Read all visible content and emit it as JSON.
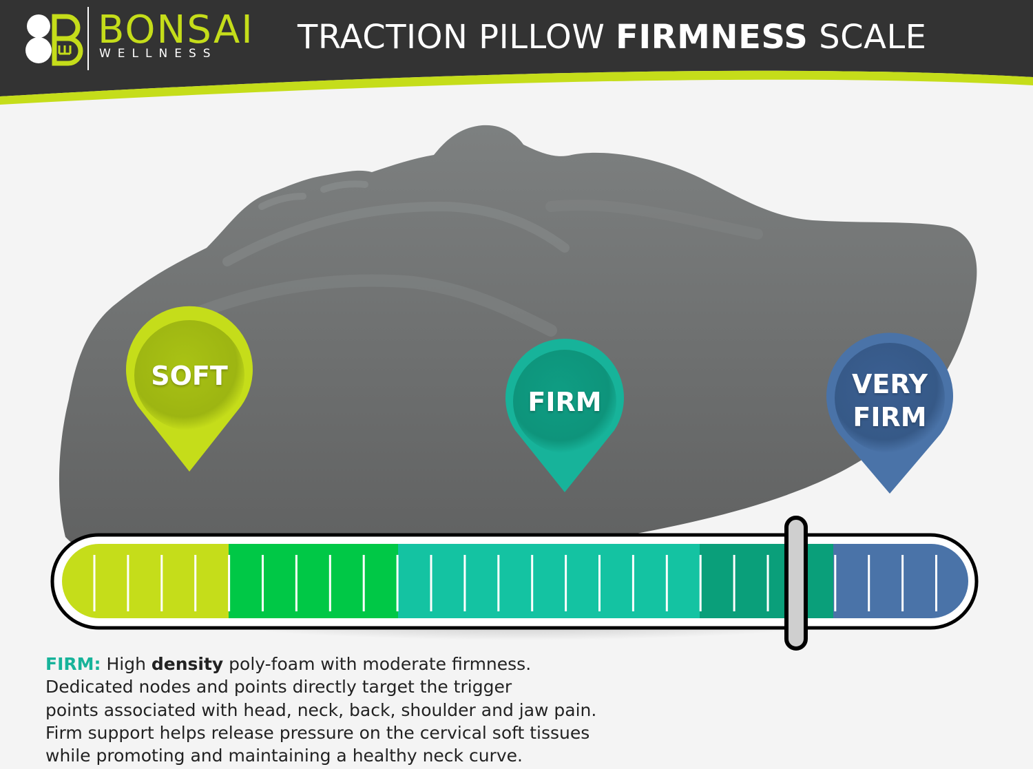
{
  "brand": {
    "name": "BONSAI",
    "sub": "WELLNESS"
  },
  "header": {
    "title_prefix": "TRACTION PILLOW ",
    "title_bold": "FIRMNESS",
    "title_suffix": " SCALE"
  },
  "pins": {
    "soft": "SOFT",
    "firm": "FIRM",
    "very_firm_line1": "VERY",
    "very_firm_line2": "FIRM"
  },
  "scale": {
    "segments": [
      {
        "color": "#c5dd1a"
      },
      {
        "color": "#00c846"
      },
      {
        "color": "#14c3a2"
      },
      {
        "color": "#0a9f7a"
      },
      {
        "color": "#4a73a8"
      }
    ],
    "indicator_level": 0.81
  },
  "description": {
    "key": "FIRM:",
    "line1_a": " High ",
    "line1_bold": "density",
    "line1_b": " poly-foam with moderate firmness.",
    "line2": "Dedicated nodes and points directly target the trigger",
    "line3": "points associated with head, neck, back, shoulder and jaw pain.",
    "line4": "Firm support helps release pressure on the cervical soft tissues",
    "line5": "while promoting and maintaining a healthy neck curve."
  },
  "colors": {
    "header_bg": "#333333",
    "accent_lime": "#c5dd1a",
    "accent_teal": "#17b39a",
    "accent_blue": "#4a73a8",
    "pillow": "#6f7070"
  }
}
